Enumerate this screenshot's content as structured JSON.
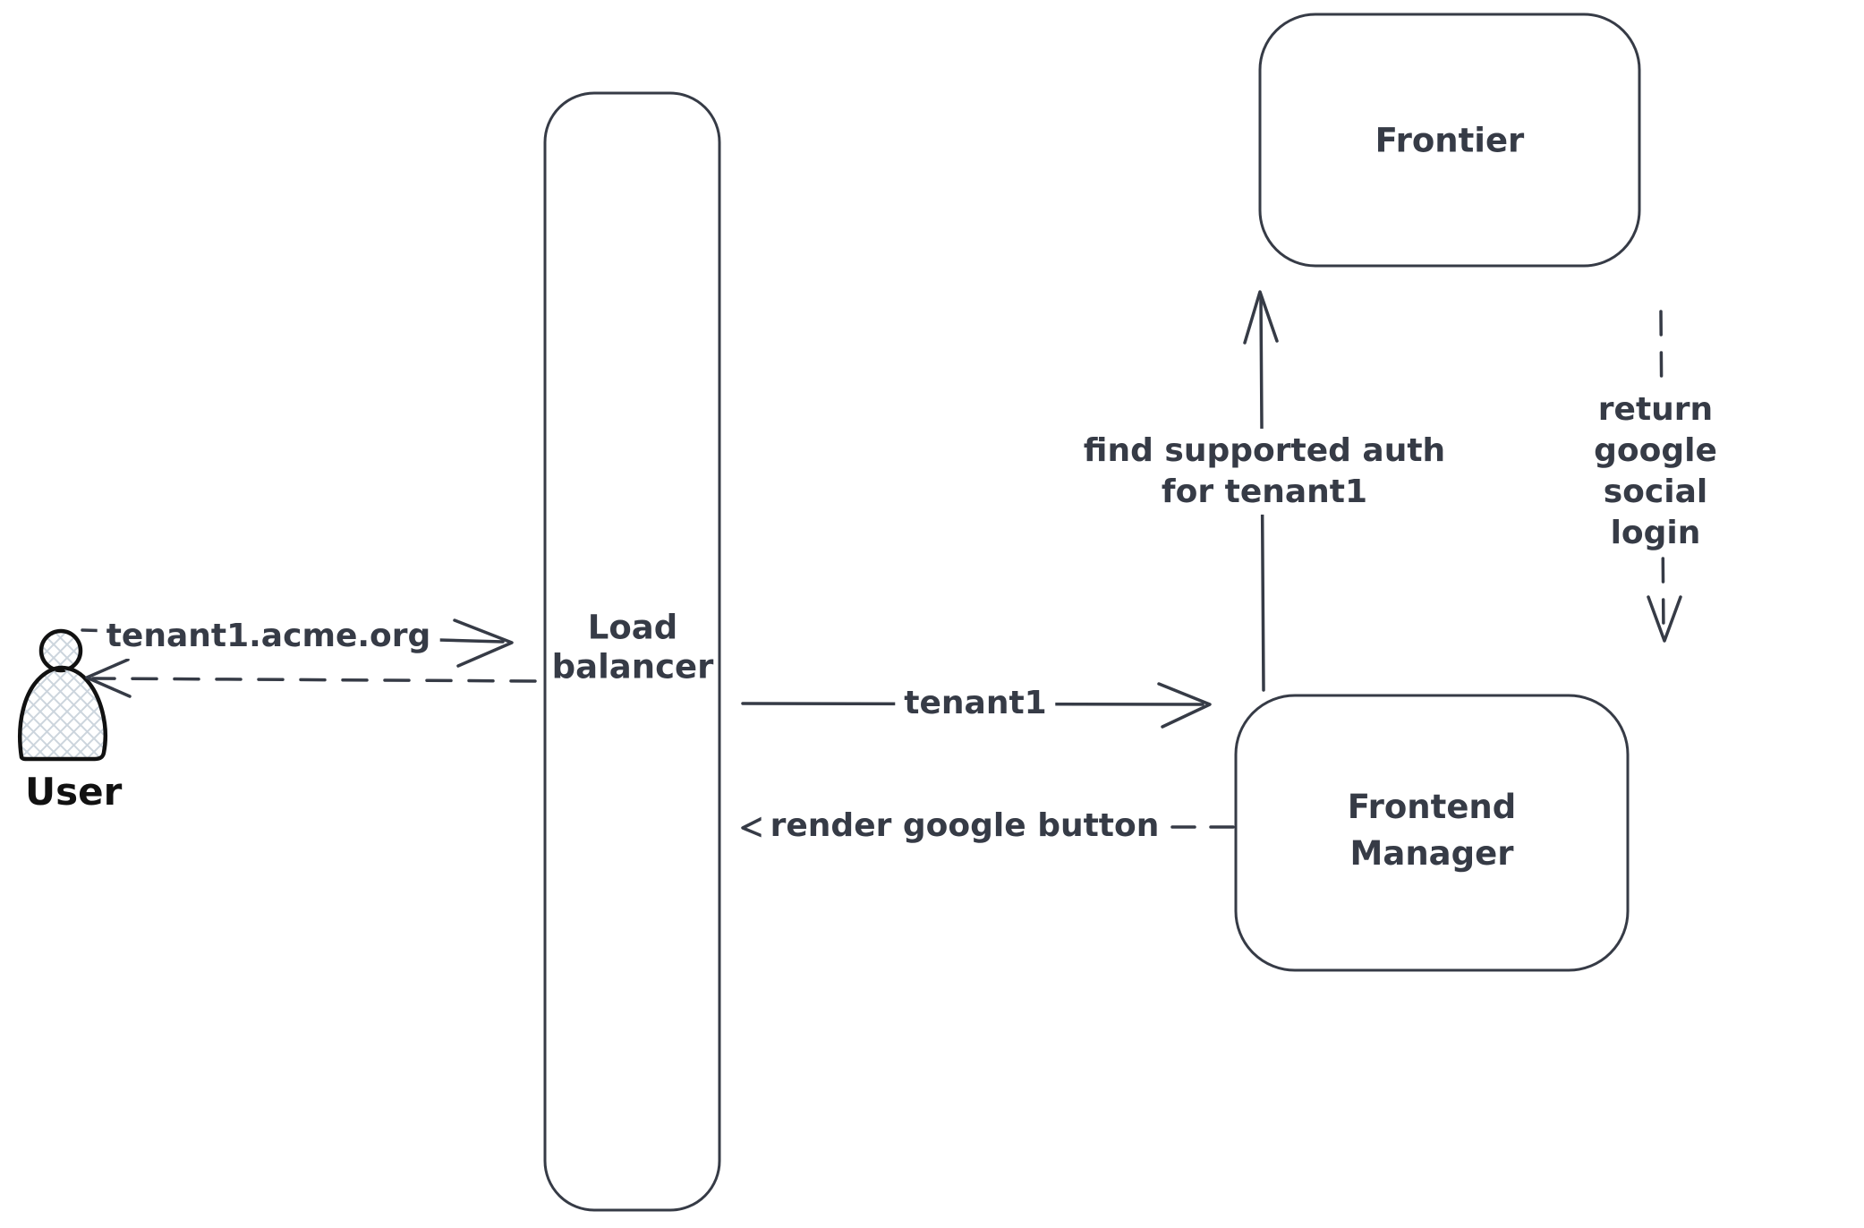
{
  "diagram": {
    "type": "sequence-flow-sketch",
    "palette": {
      "background": "#ffffff",
      "stroke": "#363b46",
      "actor_stroke": "#111111",
      "actor_hatch": "#ccd5dd"
    },
    "nodes": {
      "user": {
        "label": "User",
        "icon": "person-icon",
        "shape": "actor"
      },
      "load_balancer": {
        "label": "Load\nbalancer",
        "shape": "rounded-rect"
      },
      "frontier": {
        "label": "Frontier",
        "shape": "rounded-rect"
      },
      "frontend_manager": {
        "label": "Frontend\nManager",
        "shape": "rounded-rect"
      }
    },
    "arrows": {
      "request_domain": {
        "label": "tenant1.acme.org",
        "from": "user",
        "to": "load_balancer",
        "line_style": "solid",
        "direction": "right"
      },
      "response_to_user": {
        "label": "",
        "from": "load_balancer",
        "to": "user",
        "line_style": "dashed",
        "direction": "left"
      },
      "forward_tenant": {
        "label": "tenant1",
        "from": "load_balancer",
        "to": "frontend_manager",
        "line_style": "solid",
        "direction": "right"
      },
      "render_google_button": {
        "label": "render google button",
        "from": "frontend_manager",
        "to": "load_balancer",
        "line_style": "dashed",
        "direction": "left"
      },
      "find_supported_auth": {
        "label": "find supported auth\nfor tenant1",
        "from": "frontend_manager",
        "to": "frontier",
        "line_style": "solid",
        "direction": "up"
      },
      "return_google_social_login": {
        "label": "return google social\nlogin",
        "from": "frontier",
        "to": "frontend_manager",
        "line_style": "dashed",
        "direction": "down"
      }
    }
  }
}
